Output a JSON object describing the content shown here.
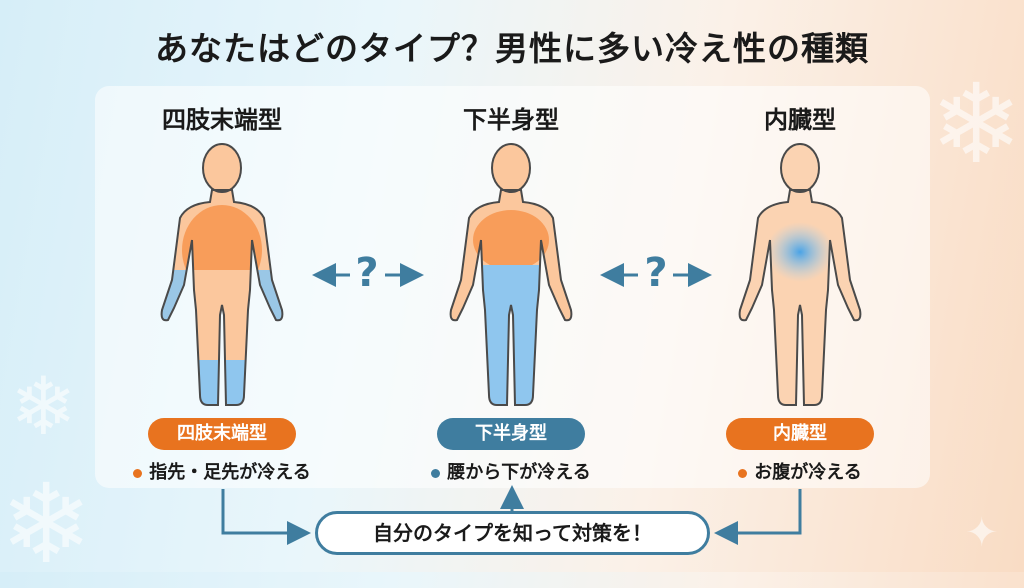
{
  "title": "あなたはどのタイプ？男性に多い冷え性の種類",
  "types": [
    {
      "heading": "四肢末端型",
      "label": "四肢末端型",
      "desc": "指先・足先が冷える",
      "color": "#e8731f"
    },
    {
      "heading": "下半身型",
      "label": "下半身型",
      "desc": "腰から下が冷える",
      "color": "#3f7d9f"
    },
    {
      "heading": "内臓型",
      "label": "内臓型",
      "desc": "お腹が冷える",
      "color": "#e8731f"
    }
  ],
  "connector": "?",
  "conclusion": "自分のタイプを知って対策を！"
}
